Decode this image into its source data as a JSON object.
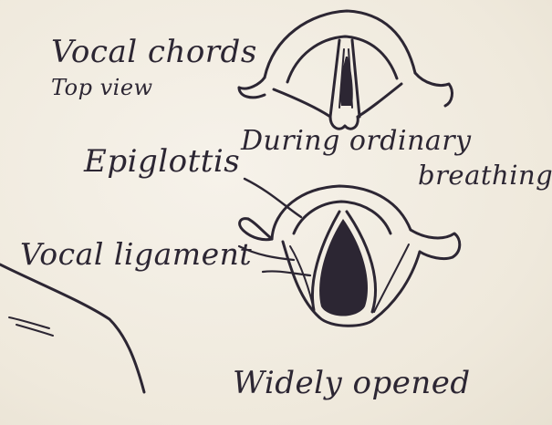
{
  "labels": {
    "vocal_chords": "Vocal chords",
    "top_view": "Top view",
    "during_ordinary": "During ordinary",
    "breathing": "breathing",
    "epiglottis": "Epiglottis",
    "vocal_ligament": "Vocal ligament",
    "widely_opened": "Widely opened"
  }
}
